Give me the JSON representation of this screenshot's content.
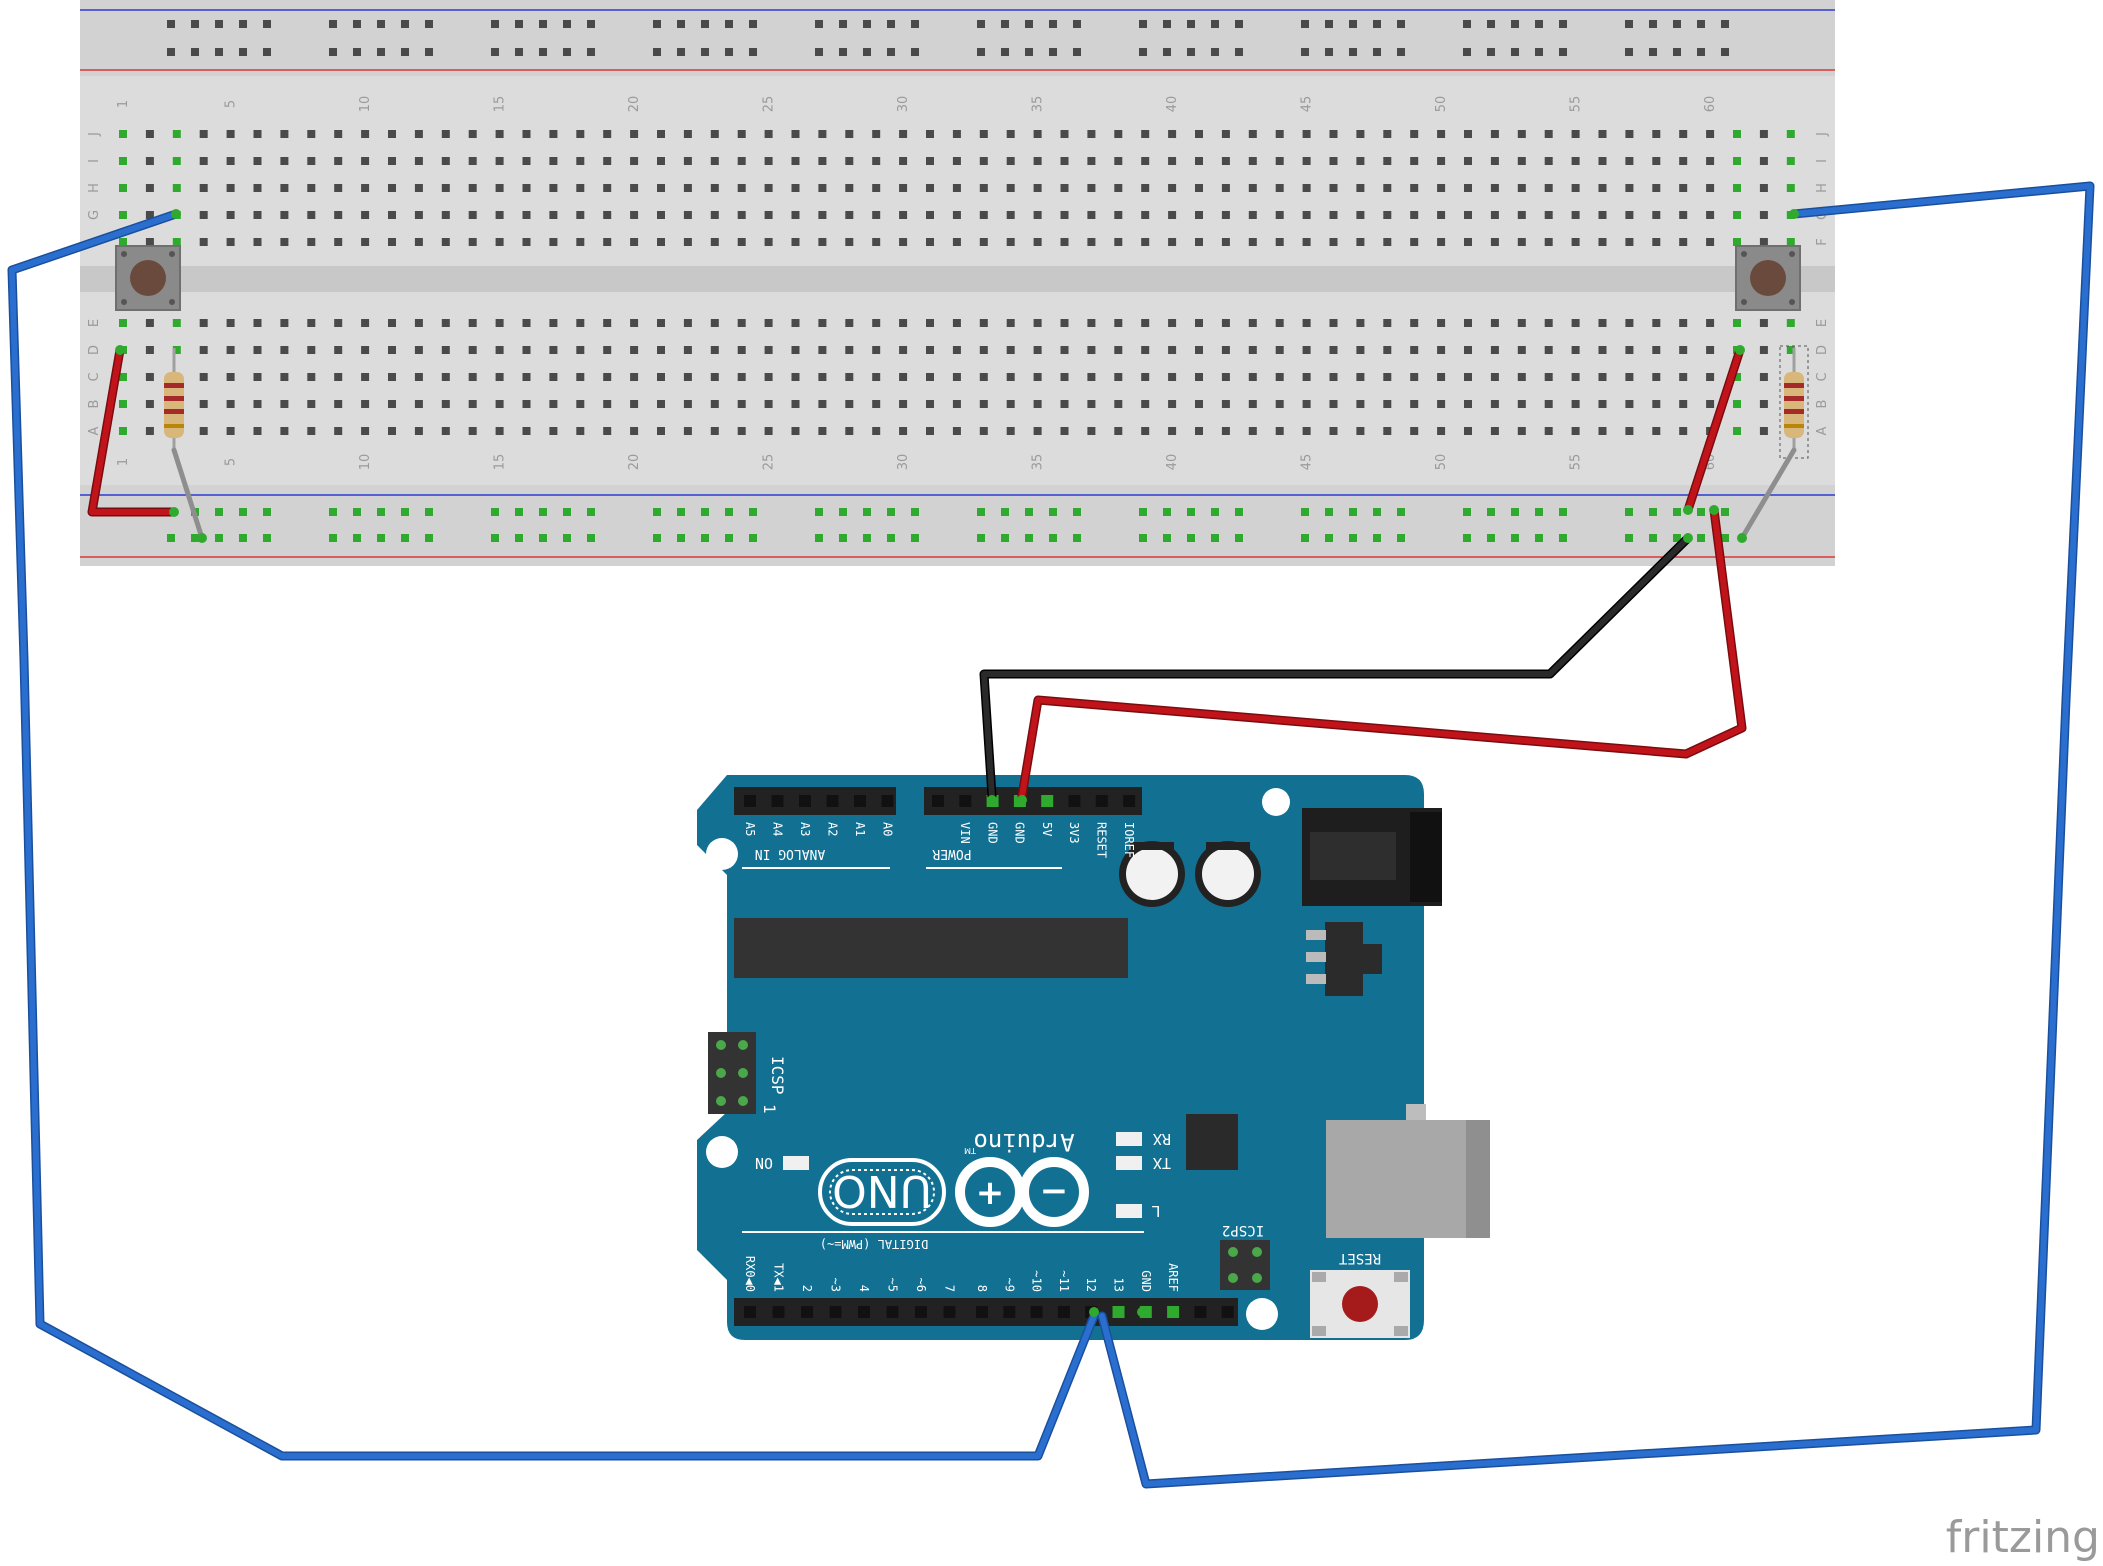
{
  "breadboard": {
    "column_numbers": [
      "1",
      "5",
      "10",
      "15",
      "20",
      "25",
      "30",
      "35",
      "40",
      "45",
      "50",
      "55",
      "60"
    ],
    "rows_top": [
      "J",
      "I",
      "H",
      "G",
      "F"
    ],
    "rows_bottom": [
      "E",
      "D",
      "C",
      "B",
      "A"
    ]
  },
  "arduino": {
    "analog_header_pins": [
      "A5",
      "A4",
      "A3",
      "A2",
      "A1",
      "A0"
    ],
    "analog_label": "ANALOG IN",
    "power_header_pins": [
      "VIN",
      "GND",
      "GND",
      "5V",
      "3V3",
      "RESET",
      "IOREF"
    ],
    "power_label": "POWER",
    "icsp_label": "ICSP",
    "icsp_pin_one": "1",
    "icsp2_label": "ICSP2",
    "on_label": "ON",
    "rx_label": "RX",
    "tx_label": "TX",
    "l_label": "L",
    "brand_text": "Arduino",
    "tm_mark": "TM",
    "model_text": "UNO",
    "digital_label": "DIGITAL (PWM=~)",
    "digital_pins_low": [
      "RX0◀0",
      "TX◀1",
      "2",
      "~3",
      "4",
      "~5",
      "~6",
      "7"
    ],
    "digital_pins_high": [
      "8",
      "~9",
      "~10",
      "~11",
      "12",
      "13",
      "GND",
      "AREF"
    ],
    "reset_label": "RESET"
  },
  "watermark": "fritzing",
  "colors": {
    "board": "#127193",
    "breadboard": "#dcdcdc",
    "wire_blue": "#2a6fd0",
    "wire_red": "#c1141a",
    "wire_black": "#1e1e1e",
    "rail_red": "#d9393a",
    "rail_blue": "#2c3bd3"
  }
}
